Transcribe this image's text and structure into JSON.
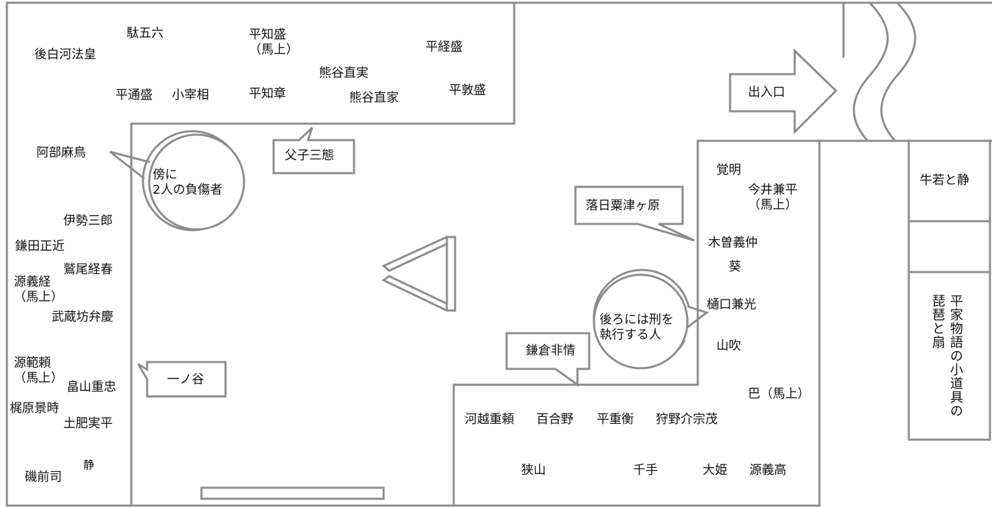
{
  "north_room": {
    "people": {
      "go_shirakawa": "後白河法皇",
      "dagoroku": "駄五六",
      "taira_tomomori": "平知盛\n（馬上）",
      "taira_tsunemori": "平経盛",
      "kumagai_naozane": "熊谷直実",
      "taira_michimori": "平通盛",
      "kosaisho": "小宰相",
      "taira_tomoakira": "平知章",
      "kumagai_naoie": "熊谷直家",
      "taira_atsumori": "平敦盛"
    }
  },
  "west_column": {
    "people": {
      "abe_no_asadori": "阿部麻鳥",
      "ise_saburo": "伊勢三郎",
      "kamata_masachika": "鎌田正近",
      "washio_tsuneharu": "鷲尾経春",
      "minamoto_yoshitsune": "源義経\n（馬上）",
      "musashibo_benkei": "武蔵坊弁慶",
      "minamoto_noriyori": "源範頼\n（馬上）",
      "hatakeyama_shigetada": "畠山重忠",
      "kajiwara_kagetoki": "梶原景時",
      "doi_sanehira": "土肥実平",
      "shizuka_small": "静",
      "iso_no_zenji": "磯前司"
    }
  },
  "east_room": {
    "people": {
      "kakumei": "覚明",
      "imai_kanehira": "今井兼平\n（馬上）",
      "kiso_yoshinaka": "木曽義仲",
      "aoi": "葵",
      "higuchi_kanemitsu": "樋口兼光",
      "yamabuki": "山吹",
      "tomoe": "巴（馬上）"
    }
  },
  "south_room": {
    "people": {
      "kawagoe_shigeyori": "河越重頼",
      "yurino": "百合野",
      "taira_shigehira": "平重衡",
      "kano_no_suke_munemochi": "狩野介宗茂",
      "sayama": "狭山",
      "senju": "千手",
      "ohime": "大姫",
      "minamoto_yoshitaka": "源義高"
    }
  },
  "callouts": {
    "fushi_sanyu": "父子三態",
    "ichinotani": "一ノ谷",
    "rakujitsu_awazu": "落日粟津ヶ原",
    "kamakura_hijo": "鎌倉非情",
    "beside_injured": "傍に\n2人の負傷者",
    "behind_executioners": "後ろには刑を\n執行する人"
  },
  "entrance": {
    "label": "出入口"
  },
  "side_rooms": {
    "ushiwaka_shizuka": "牛若と静",
    "props_line1": "平家物語の小道具の",
    "props_line2": "琵琶と扇"
  },
  "colors": {
    "wall": "#8c8c8c",
    "text": "#111111",
    "background": "#ffffff"
  }
}
